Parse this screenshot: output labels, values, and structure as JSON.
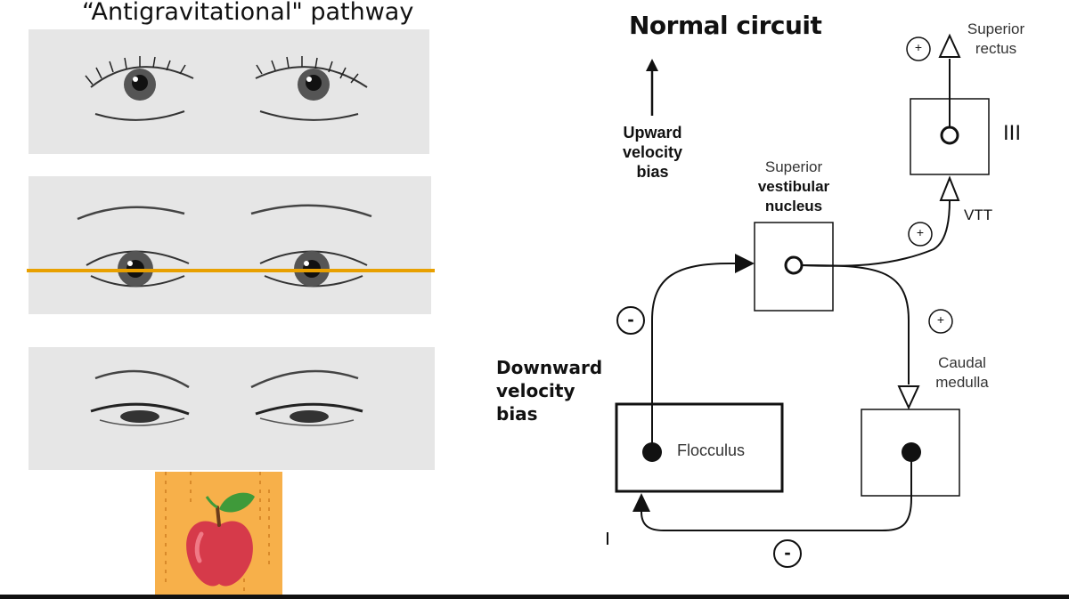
{
  "left_title": "“Antigravitational\" pathway",
  "left_label": {
    "line1": "Downward",
    "line2": "velocity",
    "line3": "bias"
  },
  "diagram": {
    "title": "Normal circuit",
    "upward_bias": [
      "Upward",
      "velocity",
      "bias"
    ],
    "superior_rectus": [
      "Superior",
      "rectus"
    ],
    "nucleus_III": "III",
    "vtt": "VTT",
    "svn": [
      "Superior",
      "vestibular",
      "nucleus"
    ],
    "caudal_medulla": [
      "Caudal",
      "medulla"
    ],
    "flocculus": "Flocculus",
    "signs": {
      "superior_rectus": "+",
      "vtt": "+",
      "caudal": "+",
      "flocculus_to_svn": "-",
      "caudal_to_flocculus": "-"
    }
  },
  "colors": {
    "horizon_line": "#e8a000",
    "apple_bg": "#f7b04a",
    "apple_red": "#d63a4a",
    "leaf": "#3f9a3a"
  },
  "icons": [
    "eyes-up-illustration",
    "eyes-level-illustration",
    "eyes-down-illustration",
    "falling-apple-icon"
  ]
}
